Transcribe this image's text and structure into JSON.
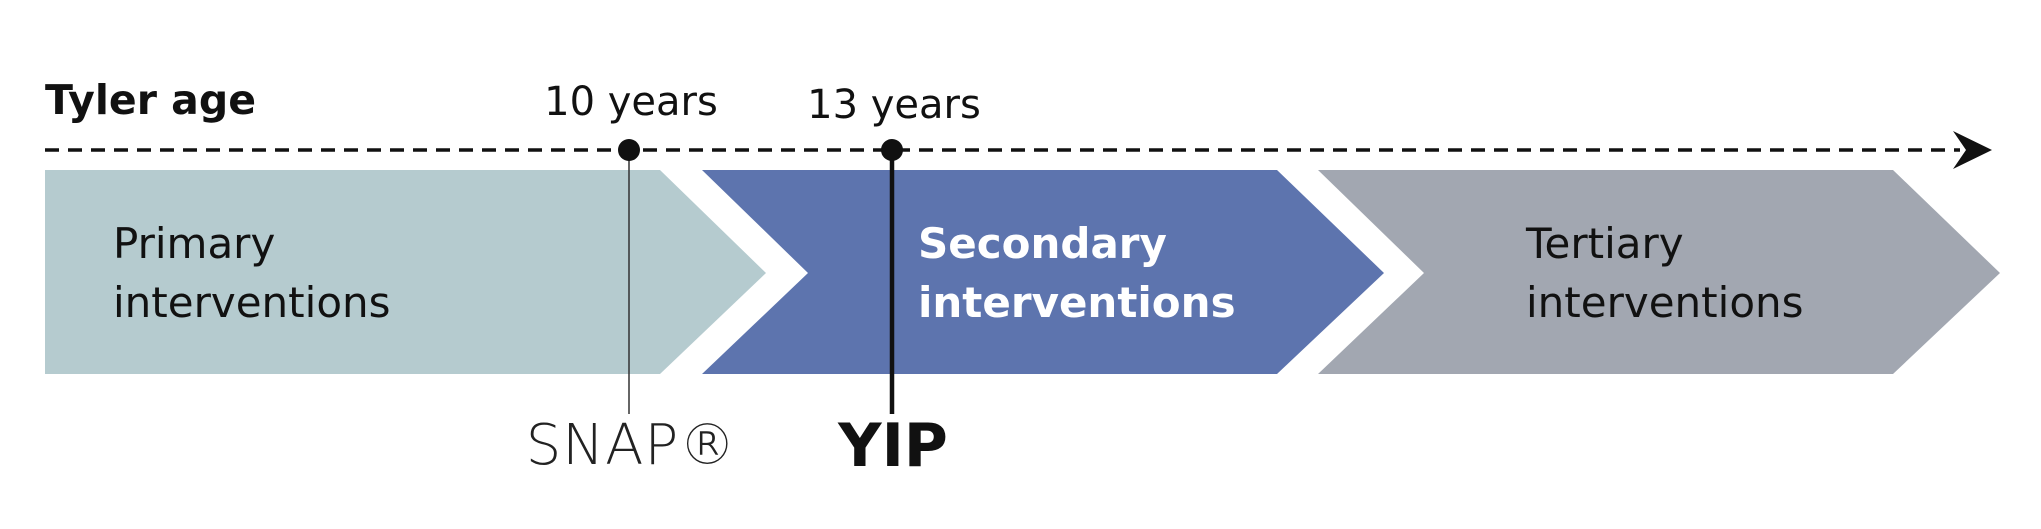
{
  "timeline": {
    "axis_title": "Tyler age",
    "markers": [
      {
        "label": "10 years",
        "program": "SNAP®"
      },
      {
        "label": "13 years",
        "program": "YIP"
      }
    ]
  },
  "stages": [
    {
      "line1": "Primary",
      "line2": "interventions",
      "color": "#b5cbcf"
    },
    {
      "line1": "Secondary",
      "line2": "interventions",
      "color": "#5d74ae"
    },
    {
      "line1": "Tertiary",
      "line2": "interventions",
      "color": "#a2a7b1"
    }
  ]
}
